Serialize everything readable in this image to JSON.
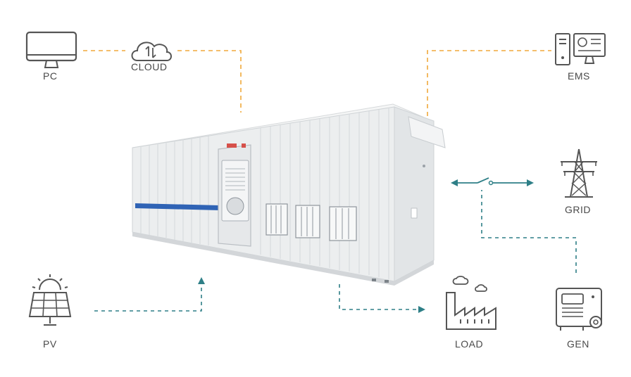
{
  "nodes": {
    "pc": {
      "label": "PC"
    },
    "cloud": {
      "label": "CLOUD"
    },
    "ems": {
      "label": "EMS"
    },
    "grid": {
      "label": "GRID"
    },
    "pv": {
      "label": "PV"
    },
    "load": {
      "label": "LOAD"
    },
    "gen": {
      "label": "GEN"
    }
  },
  "connections": [
    {
      "from": "pc",
      "to": "cloud",
      "style": "dashed",
      "color": "#f0a93b",
      "icon": "none"
    },
    {
      "from": "cloud",
      "to": "container",
      "style": "dashed",
      "color": "#f0a93b",
      "icon": "none"
    },
    {
      "from": "container",
      "to": "ems",
      "style": "dashed",
      "color": "#f0a93b",
      "icon": "none"
    },
    {
      "from": "container",
      "to": "grid",
      "style": "solid-with-switch",
      "color": "#2e7f87",
      "icon": "bidirectional-arrow"
    },
    {
      "from": "gen",
      "to": "grid-switch",
      "style": "dashed",
      "color": "#2e7f87",
      "icon": "none"
    },
    {
      "from": "pv",
      "to": "container",
      "style": "dashed",
      "color": "#2e7f87",
      "icon": "arrow"
    },
    {
      "from": "container",
      "to": "load",
      "style": "dashed",
      "color": "#2e7f87",
      "icon": "arrow"
    }
  ],
  "colors": {
    "data_link": "#f0a93b",
    "power_link": "#2e7f87",
    "icon_stroke": "#555555",
    "container_body": "#eceeef",
    "stripe": "#2f63b5"
  },
  "icons": {
    "pc": "desktop-monitor-icon",
    "cloud": "cloud-sync-icon",
    "ems": "server-dashboard-icon",
    "grid": "transmission-tower-icon",
    "pv": "solar-panel-icon",
    "load": "factory-icon",
    "gen": "generator-icon"
  }
}
